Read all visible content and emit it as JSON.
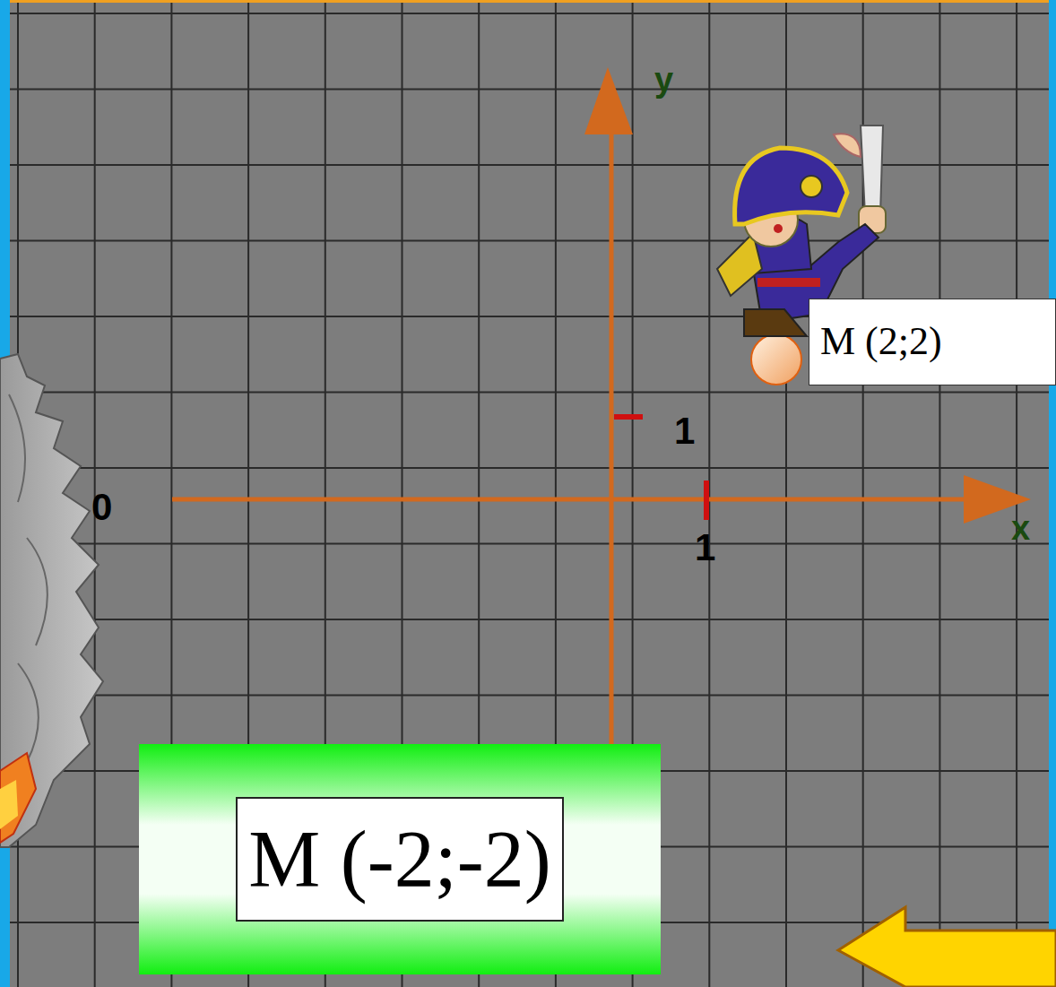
{
  "diagram": {
    "nodes": [
      {
        "text": [
          "M (2;2)"
        ]
      },
      {
        "text": [
          "M (-2;-2)"
        ]
      }
    ],
    "labels": [
      "y",
      "1",
      "1",
      "0",
      "x"
    ]
  }
}
